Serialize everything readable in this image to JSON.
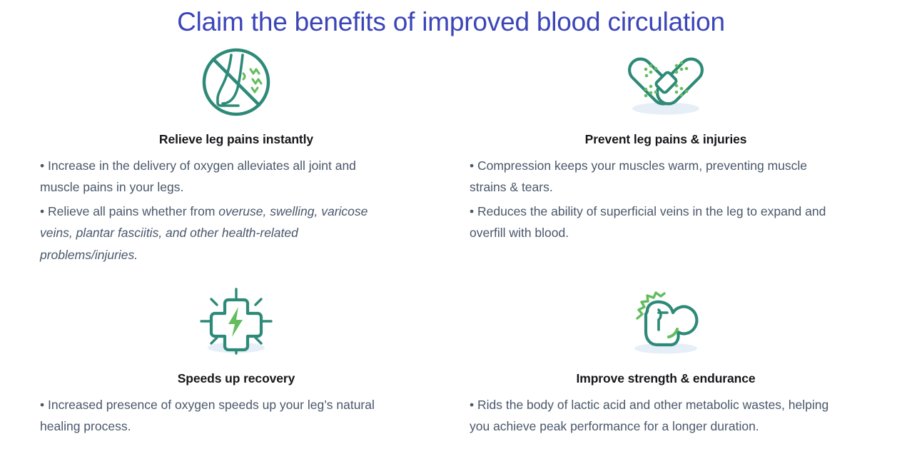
{
  "page": {
    "title": "Claim the benefits of improved blood circulation",
    "background_color": "#ffffff",
    "title_color": "#3b45b8",
    "heading_color": "#16171a",
    "body_color": "#49576b",
    "icon_teal": "#2e8a78",
    "icon_green": "#63bd5f",
    "icon_shadow": "#e6eef7"
  },
  "benefits": [
    {
      "icon": "no-leg-pain-icon",
      "heading": "Relieve leg pains instantly",
      "paragraphs": [
        {
          "plain": "• Increase in the delivery of oxygen alleviates all joint and muscle pains in your legs.",
          "italic": ""
        },
        {
          "plain": "• Relieve all pains whether from ",
          "italic": "overuse, swelling, varicose veins, plantar fasciitis, and other health-related problems/injuries."
        }
      ]
    },
    {
      "icon": "crossed-bandages-icon",
      "heading": "Prevent leg pains & injuries",
      "paragraphs": [
        {
          "plain": "• Compression keeps your muscles warm, preventing muscle strains & tears.",
          "italic": ""
        },
        {
          "plain": "• Reduces the ability of superficial veins in the leg to expand and overfill with blood.",
          "italic": ""
        }
      ]
    },
    {
      "icon": "medical-cross-lightning-icon",
      "heading": "Speeds up recovery",
      "paragraphs": [
        {
          "plain": "• Increased presence of oxygen speeds up your leg’s natural healing process.",
          "italic": ""
        }
      ]
    },
    {
      "icon": "flexed-bicep-icon",
      "heading": "Improve strength & endurance",
      "paragraphs": [
        {
          "plain": "• Rids the body of lactic acid and other metabolic wastes, helping you achieve peak performance for a longer duration.",
          "italic": ""
        }
      ]
    }
  ]
}
